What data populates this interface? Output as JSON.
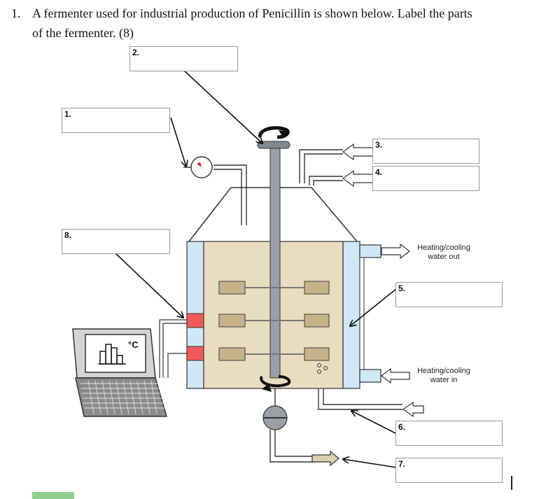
{
  "question": {
    "number": "1.",
    "line1": "A fermenter used for industrial production of Penicillin is shown below. Label the parts",
    "line2": "of the fermenter.  (8)"
  },
  "labels": {
    "l1": "1.",
    "l2": "2.",
    "l3": "3.",
    "l4": "4.",
    "l5": "5.",
    "l6": "6.",
    "l7": "7.",
    "l8": "8."
  },
  "annotations": {
    "water_out_line1": "Heating/cooling",
    "water_out_line2": "water out",
    "water_in_line1": "Heating/cooling",
    "water_in_line2": "water in",
    "display_unit": "°C"
  },
  "colors": {
    "jacket": "#cfe8f7",
    "broth": "#e9dcc0",
    "paddle": "#c8b28a",
    "shaft": "#9aa0a8",
    "probe": "#f05a5a",
    "arrow_fill": "#d8cfae"
  }
}
